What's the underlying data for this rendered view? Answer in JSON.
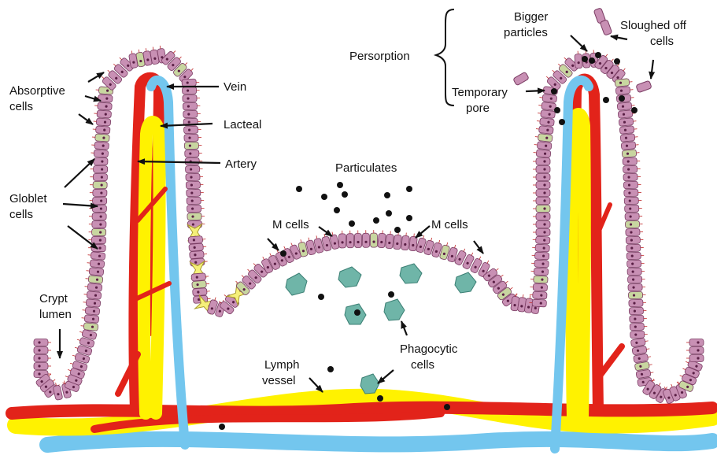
{
  "labels": {
    "absorptive_1": "Absorptive",
    "absorptive_2": "cells",
    "vein": "Vein",
    "lacteal": "Lacteal",
    "artery": "Artery",
    "goblet_1": "Globlet",
    "goblet_2": "cells",
    "crypt_1": "Crypt",
    "crypt_2": "lumen",
    "particulates": "Particulates",
    "m_cells_left": "M cells",
    "m_cells_right": "M cells",
    "persorption": "Persorption",
    "bigger_1": "Bigger",
    "bigger_2": "particles",
    "sloughed_1": "Sloughed off",
    "sloughed_2": "cells",
    "temporary_1": "Temporary",
    "temporary_2": "pore",
    "phagocytic_1": "Phagocytic",
    "phagocytic_2": "cells",
    "lymph_1": "Lymph",
    "lymph_2": "vessel"
  },
  "colors": {
    "artery": "#e2231a",
    "lacteal": "#fff200",
    "vein": "#73c6ee",
    "epithelium": "#c890b4",
    "goblet": "#c8d6a0",
    "m_cell": "#f5f07a",
    "phagocyte": "#6fb5a8",
    "particle": "#111111"
  }
}
